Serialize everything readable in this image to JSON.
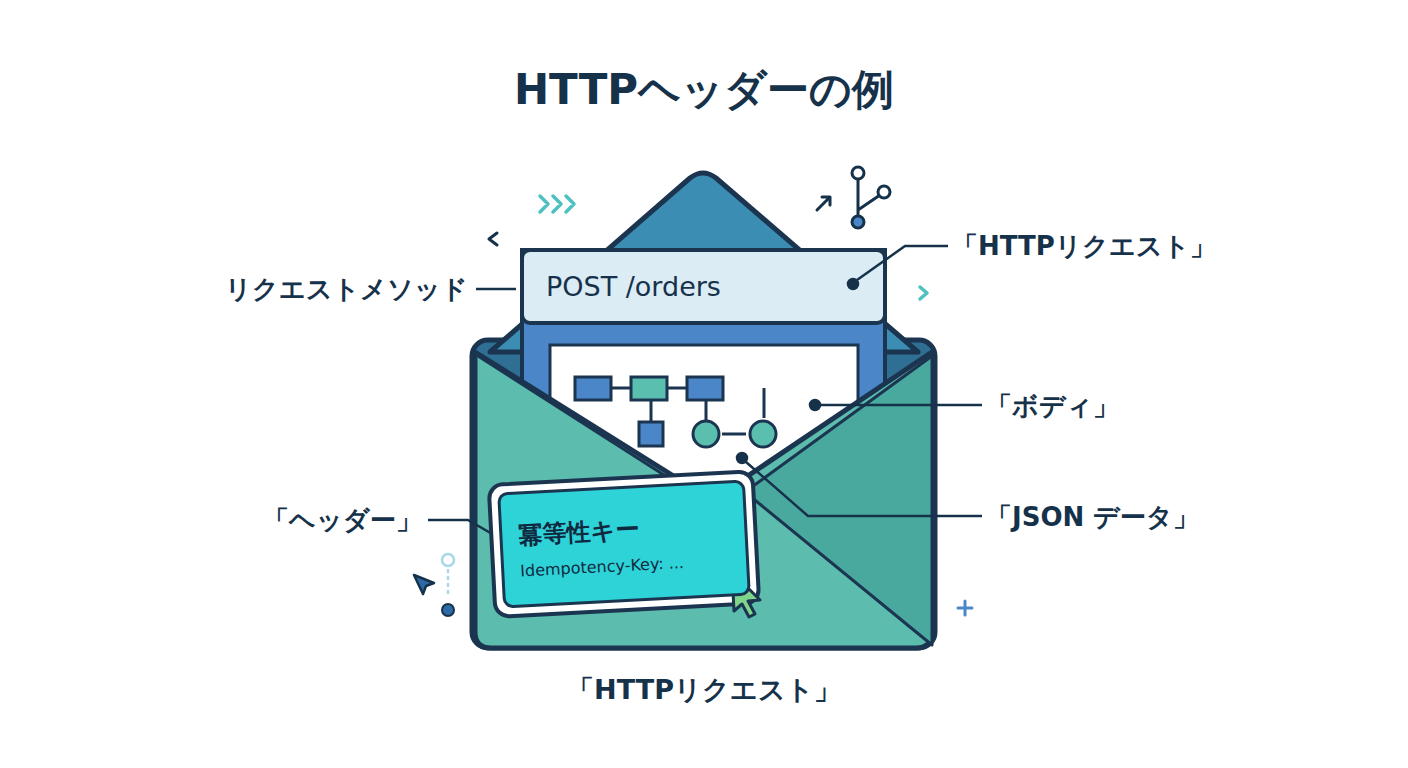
{
  "diagram": {
    "title": "HTTPヘッダーの例",
    "caption": "「HTTPリクエスト」",
    "nodes": [
      {
        "text": [
          "POST /orders"
        ]
      },
      {
        "text": [
          "冪等性キー",
          "Idempotency-Key: ..."
        ]
      }
    ],
    "labels": [
      "リクエストメソッド",
      "「HTTPリクエスト」",
      "「ボディ」",
      "「JSON データ」",
      "「ヘッダー」"
    ]
  }
}
